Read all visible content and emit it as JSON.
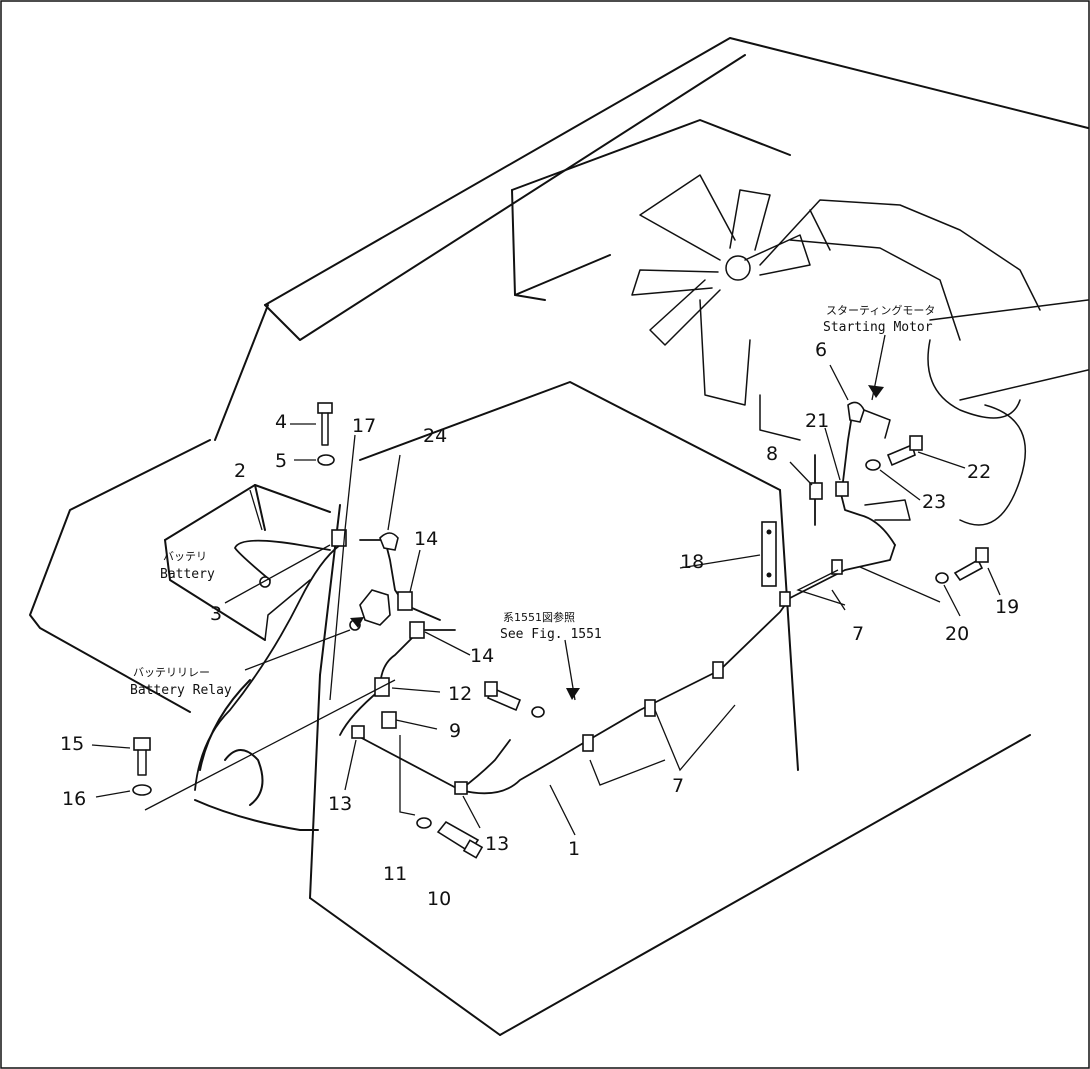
{
  "callouts": [
    "1",
    "2",
    "3",
    "4",
    "5",
    "6",
    "7",
    "7",
    "8",
    "9",
    "10",
    "11",
    "12",
    "13",
    "13",
    "14",
    "14",
    "15",
    "16",
    "17",
    "18",
    "19",
    "20",
    "21",
    "22",
    "23",
    "24"
  ],
  "labels": {
    "battery_jp": "バッテリ",
    "battery_en": "Battery",
    "battery_relay_jp": "バッテリリレー",
    "battery_relay_en": "Battery Relay",
    "starting_motor_jp": "スターティングモータ",
    "starting_motor_en": "Starting Motor",
    "see_fig_jp": "系1551図参照",
    "see_fig_en": "See Fig. 1551"
  }
}
